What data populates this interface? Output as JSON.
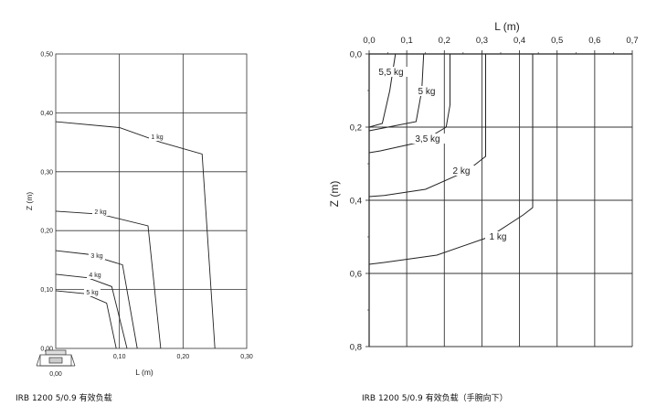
{
  "chart_data": [
    {
      "type": "line",
      "caption": "IRB 1200 5/0.9 有效负载",
      "xlabel": "L (m)",
      "ylabel": "Z (m)",
      "xlim": [
        0,
        0.3
      ],
      "ylim": [
        0,
        0.5
      ],
      "xticks": [
        "0,00",
        "0,10",
        "0,20",
        "0,30"
      ],
      "yticks": [
        "0,00",
        "0,10",
        "0,20",
        "0,30",
        "0,40",
        "0,50"
      ],
      "grid": true,
      "series": [
        {
          "name": "1 kg",
          "points": [
            [
              0,
              0.385
            ],
            [
              0.1,
              0.375
            ],
            [
              0.165,
              0.35
            ],
            [
              0.23,
              0.33
            ],
            [
              0.25,
              0.0
            ]
          ]
        },
        {
          "name": "2 kg",
          "points": [
            [
              0,
              0.233
            ],
            [
              0.07,
              0.228
            ],
            [
              0.145,
              0.208
            ],
            [
              0.165,
              0.0
            ]
          ]
        },
        {
          "name": "3 kg",
          "points": [
            [
              0,
              0.166
            ],
            [
              0.05,
              0.16
            ],
            [
              0.105,
              0.142
            ],
            [
              0.128,
              0.0
            ]
          ]
        },
        {
          "name": "4 kg",
          "points": [
            [
              0,
              0.126
            ],
            [
              0.05,
              0.12
            ],
            [
              0.088,
              0.105
            ],
            [
              0.112,
              0.0
            ]
          ]
        },
        {
          "name": "5 kg",
          "points": [
            [
              0,
              0.098
            ],
            [
              0.045,
              0.093
            ],
            [
              0.08,
              0.077
            ],
            [
              0.095,
              0.0
            ]
          ]
        }
      ]
    },
    {
      "type": "line",
      "caption": "IRB 1200 5/0.9 有效负载（手腕向下）",
      "xlabel": "L (m)",
      "ylabel": "Z (m)",
      "xlim": [
        0,
        0.7
      ],
      "ylim": [
        0,
        0.8
      ],
      "y_inverted": true,
      "xticks": [
        "0,0",
        "0,1",
        "0,2",
        "0,3",
        "0,4",
        "0,5",
        "0,6",
        "0,7"
      ],
      "yticks": [
        "0,0",
        "0,2",
        "0,4",
        "0,6",
        "0,8"
      ],
      "grid": true,
      "series": [
        {
          "name": "5,5 kg",
          "points": [
            [
              0.07,
              0.0
            ],
            [
              0.055,
              0.1
            ],
            [
              0.035,
              0.19
            ],
            [
              0.0,
              0.2
            ]
          ]
        },
        {
          "name": "5 kg",
          "points": [
            [
              0.145,
              0.0
            ],
            [
              0.14,
              0.1
            ],
            [
              0.125,
              0.185
            ],
            [
              0.05,
              0.2
            ],
            [
              0.0,
              0.21
            ]
          ]
        },
        {
          "name": "3,5 kg",
          "points": [
            [
              0.215,
              0.0
            ],
            [
              0.215,
              0.14
            ],
            [
              0.205,
              0.2
            ],
            [
              0.14,
              0.24
            ],
            [
              0.03,
              0.265
            ],
            [
              0.0,
              0.27
            ]
          ]
        },
        {
          "name": "2 kg",
          "points": [
            [
              0.31,
              0.0
            ],
            [
              0.31,
              0.28
            ],
            [
              0.26,
              0.32
            ],
            [
              0.15,
              0.37
            ],
            [
              0.04,
              0.387
            ],
            [
              0.0,
              0.39
            ]
          ]
        },
        {
          "name": "1 kg",
          "points": [
            [
              0.435,
              0.0
            ],
            [
              0.435,
              0.42
            ],
            [
              0.41,
              0.44
            ],
            [
              0.32,
              0.5
            ],
            [
              0.18,
              0.55
            ],
            [
              0.04,
              0.57
            ],
            [
              0.0,
              0.575
            ]
          ]
        }
      ]
    }
  ]
}
